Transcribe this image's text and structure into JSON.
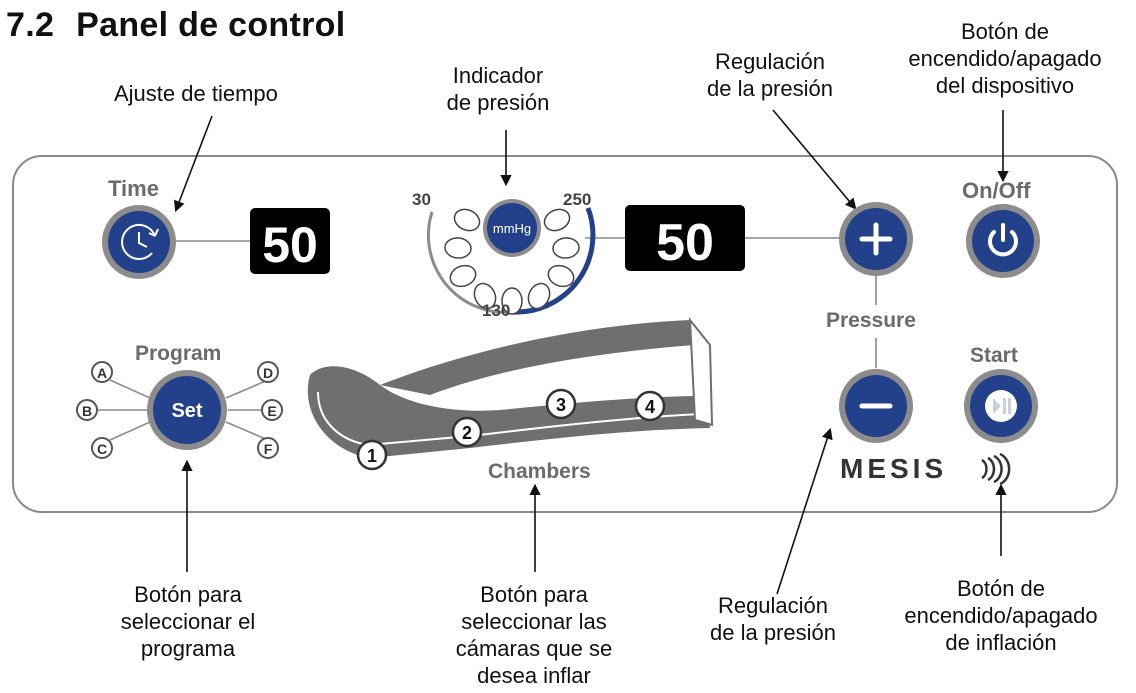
{
  "heading": {
    "number": "7.2",
    "title": "Panel de control"
  },
  "callouts": {
    "time_adjust": "Ajuste de tiempo",
    "pressure_indicator": [
      "Indicador",
      "de presión"
    ],
    "pressure_reg_top": [
      "Regulación",
      "de la presión"
    ],
    "power_device": [
      "Botón de",
      "encendido/apagado",
      "del dispositivo"
    ],
    "program_select": [
      "Botón para",
      "seleccionar el",
      "programa"
    ],
    "chamber_select": [
      "Botón para",
      "seleccionar las",
      "cámaras que se",
      "desea inflar"
    ],
    "pressure_reg_bottom": [
      "Regulación",
      "de la presión"
    ],
    "power_inflation": [
      "Botón de",
      "encendido/apagado",
      "de inflación"
    ]
  },
  "panel": {
    "time_label": "Time",
    "time_display": "50",
    "pressure_display": "50",
    "gauge_unit": "mmHg",
    "gauge_min": "30",
    "gauge_mid": "130",
    "gauge_max": "250",
    "onoff_label": "On/Off",
    "pressure_label": "Pressure",
    "start_label": "Start",
    "program_label": "Program",
    "set_label": "Set",
    "programs": [
      "A",
      "B",
      "C",
      "D",
      "E",
      "F"
    ],
    "chambers_label": "Chambers",
    "chambers": [
      "1",
      "2",
      "3",
      "4"
    ],
    "brand": "MESIS"
  },
  "colors": {
    "button_blue": "#22418a",
    "ring_gray": "#8c8c8c",
    "label_gray": "#6b6b6b",
    "display_bg": "#000000",
    "leg_gray": "#6f6f6f"
  }
}
